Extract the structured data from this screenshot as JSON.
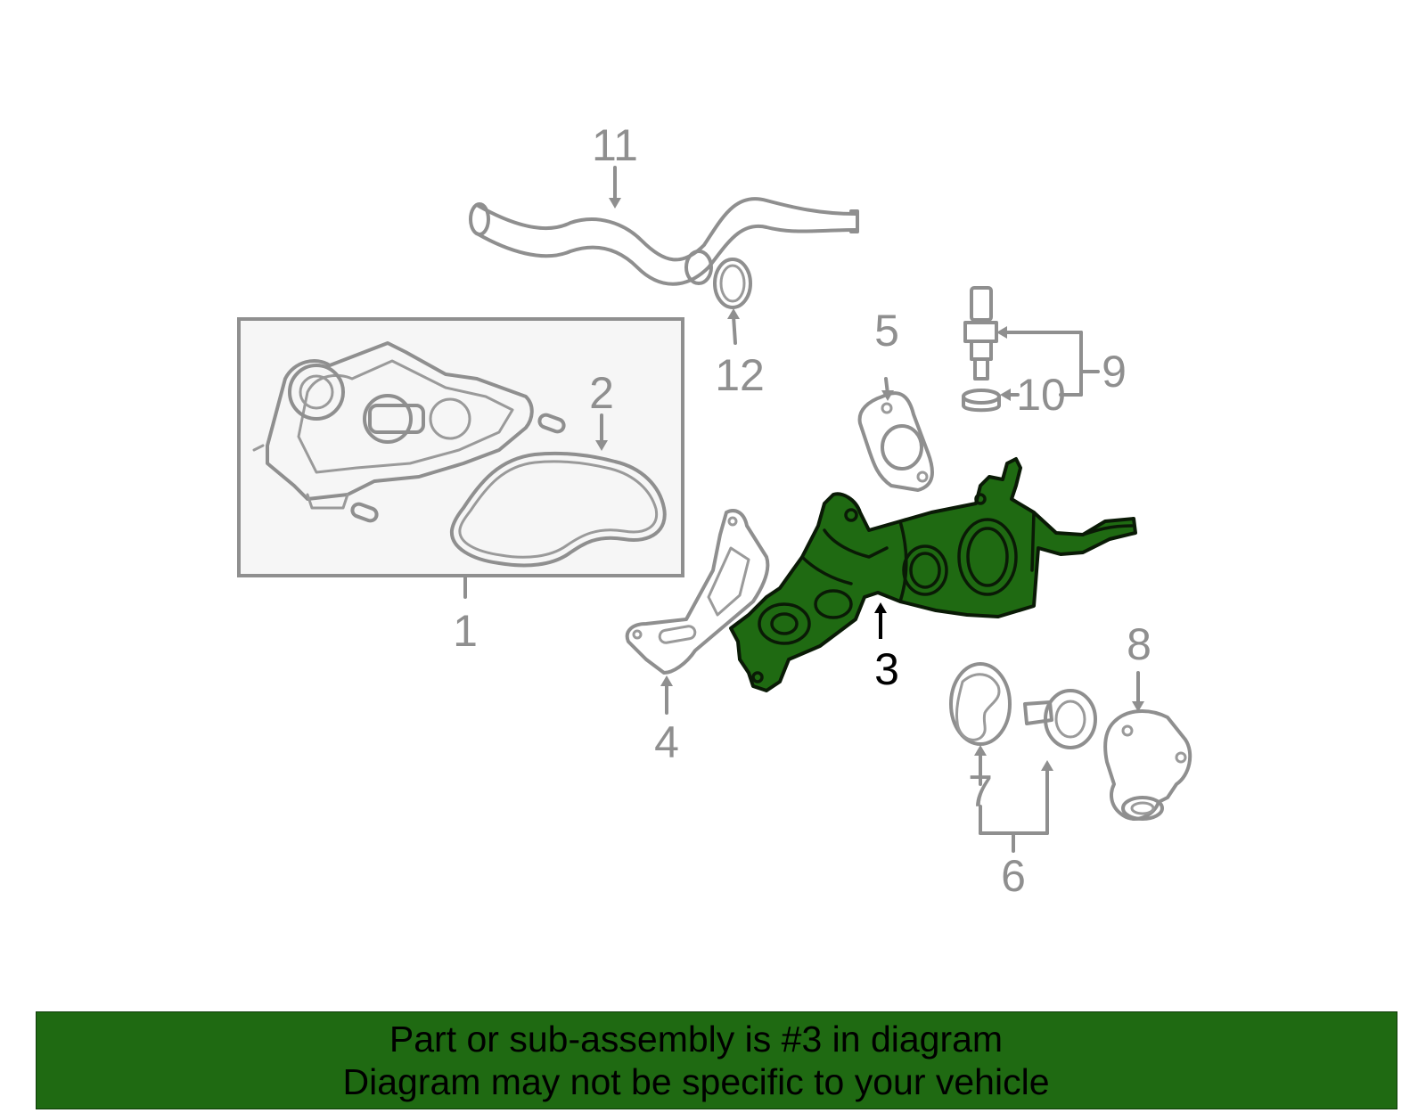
{
  "callouts": {
    "c1": "1",
    "c2": "2",
    "c3": "3",
    "c4": "4",
    "c5": "5",
    "c6": "6",
    "c7": "7",
    "c8": "8",
    "c9": "9",
    "c10": "10",
    "c11": "11",
    "c12": "12"
  },
  "highlighted_part": "3",
  "colors": {
    "highlight_green": "#1f6a12",
    "callout_gray": "#8f8f8f",
    "highlight_label": "#000000"
  },
  "banner": {
    "line1": "Part or sub-assembly is #3 in diagram",
    "line2": "Diagram may not be specific to your vehicle"
  }
}
